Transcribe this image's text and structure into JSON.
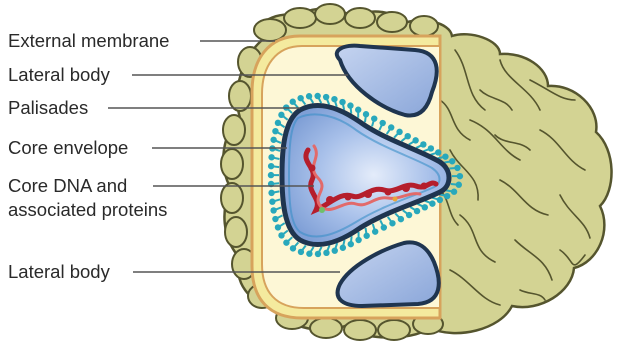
{
  "labels": {
    "external_membrane": "External membrane",
    "lateral_body_top": "Lateral body",
    "palisades": "Palisades",
    "core_envelope": "Core envelope",
    "core_dna_line1": "Core DNA and",
    "core_dna_line2": "associated proteins",
    "lateral_body_bottom": "Lateral body"
  },
  "colors": {
    "outer_surface": "#d3d393",
    "outer_outline": "#55552e",
    "membrane_band": "#f4ea9e",
    "membrane_line": "#d7a35c",
    "inner_cream": "#fdf7d6",
    "core_blue": "#8fb0e2",
    "core_blue_light": "#cfdcf5",
    "core_outline": "#1f3550",
    "palisade_teal": "#28a8bc",
    "dna_red": "#b51e2c",
    "leader_line": "#555555"
  }
}
